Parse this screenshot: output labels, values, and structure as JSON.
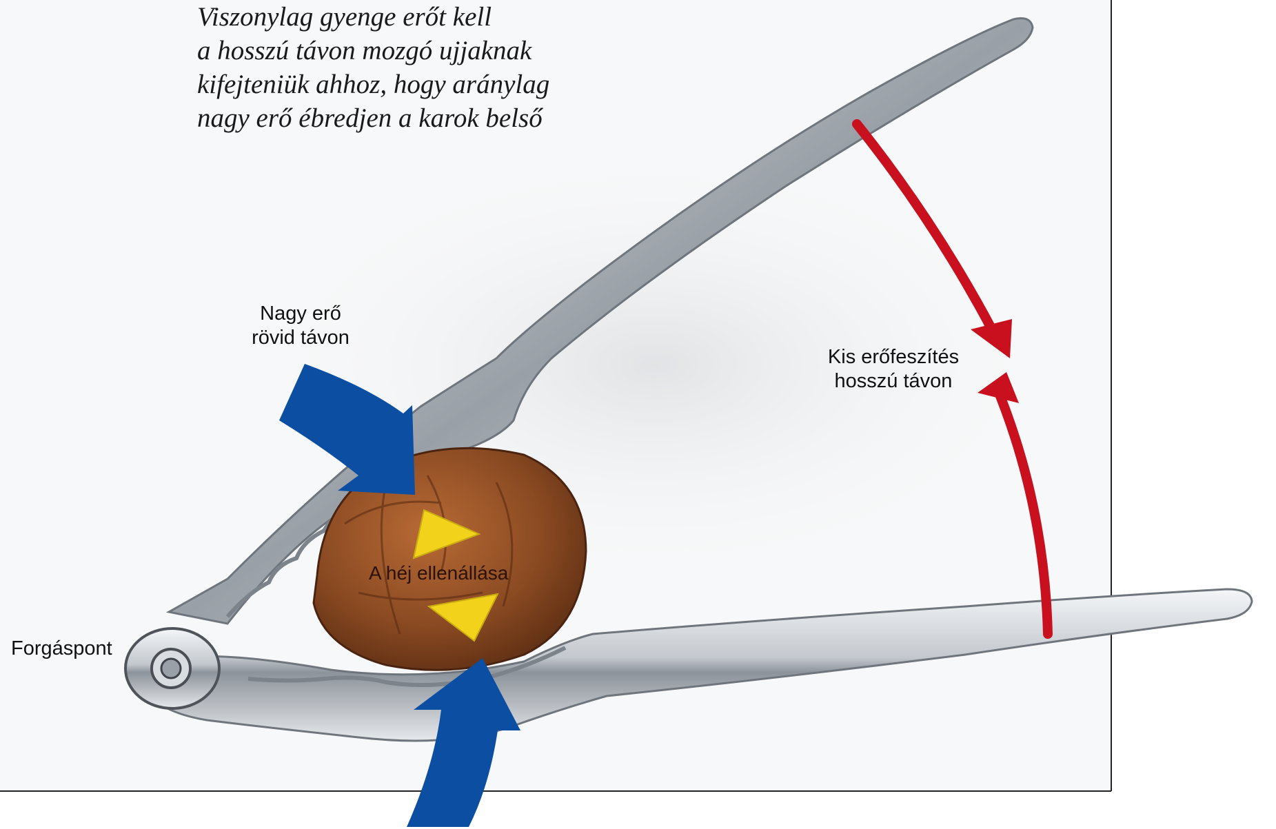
{
  "caption": {
    "lines": [
      "Viszonylag gyenge erőt kell",
      "a hosszú távon mozgó ujjaknak",
      "kifejteniük ahhoz, hogy aránylag",
      "nagy erő ébredjen a karok belső"
    ]
  },
  "labels": {
    "big_force": [
      "Nagy erő",
      "rövid távon"
    ],
    "small_effort": [
      "Kis erőfeszítés",
      "hosszú távon"
    ],
    "pivot": "Forgáspont",
    "shell_resistance": "A héj ellenállása"
  },
  "colors": {
    "force_arrow": "#0b4ea2",
    "effort_arc": "#c8101e",
    "resistance_triangle": "#f2d21b",
    "walnut": "#8a4a22",
    "metal": "#b9bec4",
    "frame": "#222222"
  },
  "icons": {
    "force_arrows": "blue-curved-arrow",
    "effort_arrows": "red-arc-arrow",
    "resistance": "yellow-triangle"
  }
}
